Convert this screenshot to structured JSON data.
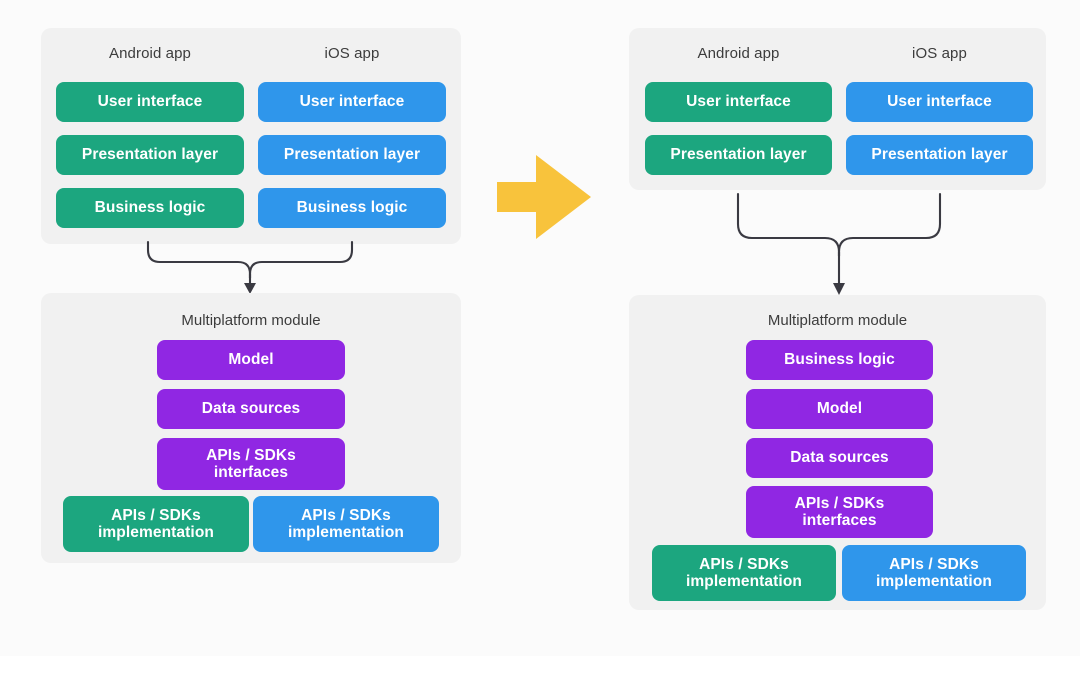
{
  "diagram": {
    "title": "Kotlin Multiplatform code-sharing evolution",
    "type": "architecture-comparison",
    "colors": {
      "android": "#1ca67f",
      "ios": "#2f96eb",
      "shared": "#9027e3",
      "panel": "#f1f1f1",
      "canvas": "#fbfbfb",
      "arrow": "#f8c33c",
      "connector": "#3a3a42",
      "label_text": "#3c3c3c"
    },
    "transform_arrow": {
      "icon": "right-arrow-icon",
      "color": "#f8c33c"
    },
    "before": {
      "app_panel": {
        "columns": [
          {
            "header": "Android app",
            "platform": "android",
            "blocks": [
              "User interface",
              "Presentation layer",
              "Business logic"
            ]
          },
          {
            "header": "iOS app",
            "platform": "ios",
            "blocks": [
              "User interface",
              "Presentation layer",
              "Business logic"
            ]
          }
        ]
      },
      "shared_panel": {
        "header": "Multiplatform module",
        "shared_blocks": [
          "Model",
          "Data sources",
          "APIs / SDKs interfaces"
        ],
        "platform_blocks": [
          {
            "platform": "android",
            "label": "APIs / SDKs implementation"
          },
          {
            "platform": "ios",
            "label": "APIs / SDKs implementation"
          }
        ]
      }
    },
    "after": {
      "app_panel": {
        "columns": [
          {
            "header": "Android app",
            "platform": "android",
            "blocks": [
              "User interface",
              "Presentation layer"
            ]
          },
          {
            "header": "iOS app",
            "platform": "ios",
            "blocks": [
              "User interface",
              "Presentation layer"
            ]
          }
        ]
      },
      "shared_panel": {
        "header": "Multiplatform module",
        "shared_blocks": [
          "Business logic",
          "Model",
          "Data sources",
          "APIs / SDKs interfaces"
        ],
        "platform_blocks": [
          {
            "platform": "android",
            "label": "APIs / SDKs implementation"
          },
          {
            "platform": "ios",
            "label": "APIs / SDKs implementation"
          }
        ]
      }
    }
  },
  "left": {
    "android_header": "Android app",
    "ios_header": "iOS app",
    "module_header": "Multiplatform module",
    "a1": "User interface",
    "a2": "Presentation layer",
    "a3": "Business logic",
    "i1": "User interface",
    "i2": "Presentation layer",
    "i3": "Business logic",
    "s1": "Model",
    "s2": "Data sources",
    "s3_line1": "APIs / SDKs",
    "s3_line2": "interfaces",
    "impl_a_line1": "APIs / SDKs",
    "impl_a_line2": "implementation",
    "impl_i_line1": "APIs / SDKs",
    "impl_i_line2": "implementation"
  },
  "right": {
    "android_header": "Android app",
    "ios_header": "iOS app",
    "module_header": "Multiplatform module",
    "a1": "User interface",
    "a2": "Presentation layer",
    "i1": "User interface",
    "i2": "Presentation layer",
    "s1": "Business logic",
    "s2": "Model",
    "s3": "Data sources",
    "s4_line1": "APIs / SDKs",
    "s4_line2": "interfaces",
    "impl_a_line1": "APIs / SDKs",
    "impl_a_line2": "implementation",
    "impl_i_line1": "APIs / SDKs",
    "impl_i_line2": "implementation"
  }
}
